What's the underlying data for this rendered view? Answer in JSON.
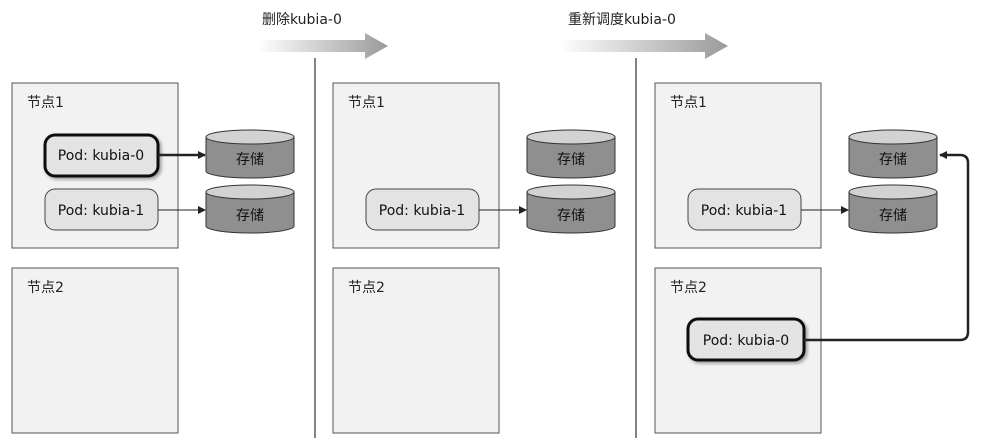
{
  "steps": {
    "delete_label": "删除kubia-0",
    "reschedule_label": "重新调度kubia-0"
  },
  "node1_label": "节点1",
  "node2_label": "节点2",
  "pods": {
    "kubia0": "Pod: kubia-0",
    "kubia1": "Pod: kubia-1"
  },
  "storage_label": "存储",
  "colors": {
    "node_fill": "#f2f2f2",
    "pod_fill": "#e3e3e3",
    "storage_body": "#8f8f8f",
    "storage_top": "#d2d2d2",
    "step_arrow": "#9a9a9a"
  }
}
